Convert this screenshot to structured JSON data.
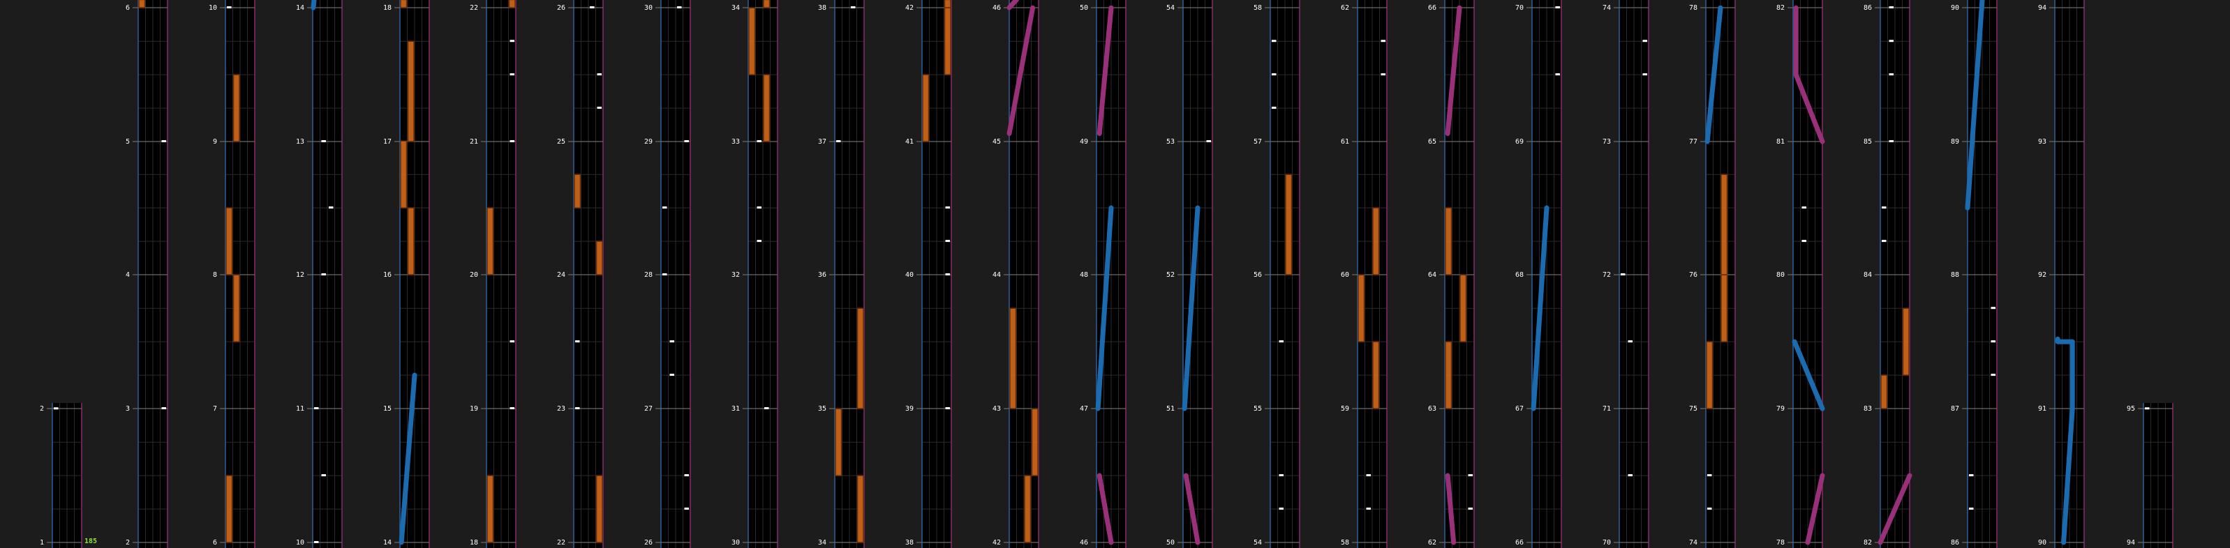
{
  "chart": {
    "type": "rhythm-game-chart-preview",
    "first_column_combo": "185",
    "measure_lines": [
      {
        "column": 0,
        "labels": [
          "1",
          "2"
        ]
      },
      {
        "column": 1,
        "labels": [
          "2",
          "3",
          "4",
          "5",
          "6"
        ]
      },
      {
        "column": 2,
        "labels": [
          "6",
          "7",
          "8",
          "9",
          "10"
        ]
      },
      {
        "column": 3,
        "labels": [
          "10",
          "11",
          "12",
          "13",
          "14"
        ]
      },
      {
        "column": 4,
        "labels": [
          "14",
          "15",
          "16",
          "17",
          "18"
        ]
      },
      {
        "column": 5,
        "labels": [
          "18",
          "19",
          "20",
          "21",
          "22"
        ]
      },
      {
        "column": 6,
        "labels": [
          "22",
          "23",
          "24",
          "25",
          "26"
        ]
      },
      {
        "column": 7,
        "labels": [
          "26",
          "27",
          "28",
          "29",
          "30"
        ]
      },
      {
        "column": 8,
        "labels": [
          "30",
          "31",
          "32",
          "33",
          "34"
        ]
      },
      {
        "column": 9,
        "labels": [
          "34",
          "35",
          "36",
          "37",
          "38"
        ]
      },
      {
        "column": 10,
        "labels": [
          "38",
          "39",
          "40",
          "41",
          "42"
        ]
      },
      {
        "column": 11,
        "labels": [
          "42",
          "43",
          "44",
          "45",
          "46"
        ]
      },
      {
        "column": 12,
        "labels": [
          "46",
          "47",
          "48",
          "49",
          "50"
        ]
      },
      {
        "column": 13,
        "labels": [
          "50",
          "51",
          "52",
          "53",
          "54"
        ]
      },
      {
        "column": 14,
        "labels": [
          "54",
          "55",
          "56",
          "57",
          "58"
        ]
      },
      {
        "column": 15,
        "labels": [
          "58",
          "59",
          "60",
          "61",
          "62"
        ]
      },
      {
        "column": 16,
        "labels": [
          "62",
          "63",
          "64",
          "65",
          "66"
        ]
      },
      {
        "column": 17,
        "labels": [
          "66",
          "67",
          "68",
          "69",
          "70"
        ]
      },
      {
        "column": 18,
        "labels": [
          "70",
          "71",
          "72",
          "73",
          "74"
        ]
      },
      {
        "column": 19,
        "labels": [
          "74",
          "75",
          "76",
          "77",
          "78"
        ]
      },
      {
        "column": 20,
        "labels": [
          "78",
          "79",
          "80",
          "81",
          "82"
        ]
      },
      {
        "column": 21,
        "labels": [
          "82",
          "83",
          "84",
          "85",
          "86"
        ]
      },
      {
        "column": 22,
        "labels": [
          "86",
          "87",
          "88",
          "89",
          "90"
        ]
      },
      {
        "column": 23,
        "labels": [
          "90",
          "91",
          "92",
          "93",
          "94"
        ]
      },
      {
        "column": 24,
        "labels": [
          "94",
          "95"
        ]
      }
    ],
    "note_colors": {
      "lane_bg": "#000000",
      "left_edge": "#2d5f9a",
      "right_edge": "#8a2a6a",
      "tap": "#ffffff",
      "hold": "#e0701c",
      "slide_left": "#1a6bb0",
      "slide_right": "#9a2f7a"
    }
  }
}
